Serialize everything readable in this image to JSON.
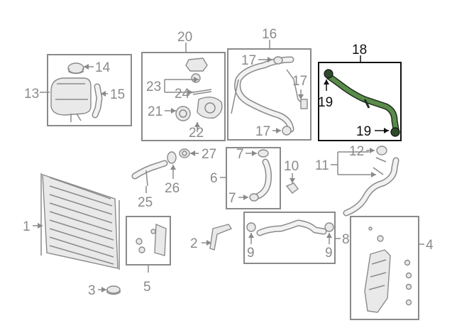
{
  "labels": {
    "l1": "1",
    "l2": "2",
    "l3": "3",
    "l4": "4",
    "l5": "5",
    "l6": "6",
    "l7a": "7",
    "l7b": "7",
    "l8": "8",
    "l9a": "9",
    "l9b": "9",
    "l10": "10",
    "l11": "11",
    "l12": "12",
    "l13": "13",
    "l14": "14",
    "l15": "15",
    "l16": "16",
    "l17a": "17",
    "l17b": "17",
    "l17c": "17",
    "l18": "18",
    "l19a": "19",
    "l19b": "19",
    "l20": "20",
    "l21": "21",
    "l22": "22",
    "l23": "23",
    "l24": "24",
    "l25": "25",
    "l26": "26",
    "l27": "27"
  },
  "colors": {
    "outline": "#8a8a8a",
    "highlight_box": "#111111",
    "highlight_hose": "#5a8c4a"
  }
}
